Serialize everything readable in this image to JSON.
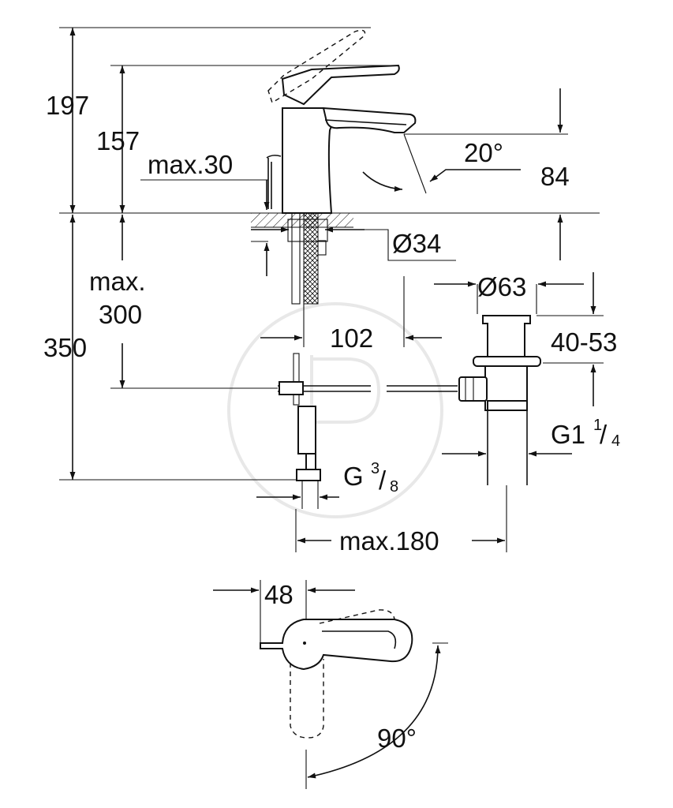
{
  "dimensions": {
    "d197": "197",
    "d157": "157",
    "max30": "max.30",
    "angle20": "20°",
    "d84": "84",
    "dia34": "Ø34",
    "max_300_line1": "max.",
    "max_300_line2": "300",
    "d350": "350",
    "dia63": "Ø63",
    "range4053": "40-53",
    "d102": "102",
    "g114_main": "G1",
    "g114_num": "1",
    "g114_den": "4",
    "g38_main": "G",
    "g38_num": "3",
    "g38_den": "8",
    "max180": "max.180",
    "d48": "48",
    "angle90": "90°"
  }
}
